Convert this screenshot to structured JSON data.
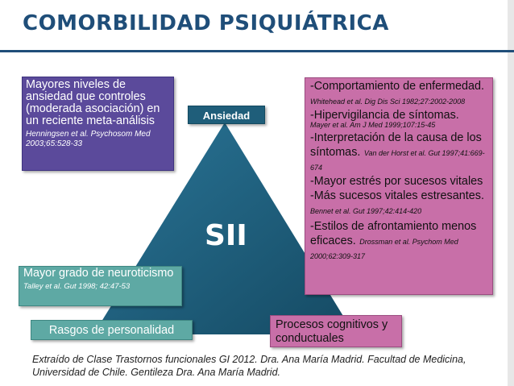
{
  "title": "COMORBILIDAD PSIQUIÁTRICA",
  "center_label": "SII",
  "ansiedad": {
    "label": "Ansiedad",
    "text": "Mayores niveles de ansiedad que controles (moderada asociación) en un reciente meta-análisis",
    "reference": "Henningsen et al. Psychosom Med 2003;65:528-33"
  },
  "right_box": {
    "item1_main": "-Comportamiento de enfermedad.",
    "item1_ref": "Whitehead et al. Dig Dis Sci 1982;27:2002-2008",
    "item2_main": "-Hipervigilancia de síntomas.",
    "item2_ref": "Mayer et al. Am J Med 1999;107:15-45",
    "item3_main": "-Interpretación de la causa de los síntomas.",
    "item3_ref": "Van der Horst et al. Gut 1997;41:669-674",
    "item4_main": "-Mayor estrés por sucesos vitales",
    "item5_main": "-Más sucesos vitales estresantes.",
    "item5_ref": "Bennet et al. Gut 1997;42:414-420",
    "item6_main": "-Estilos de afrontamiento menos eficaces.",
    "item6_ref": "Drossman et al. Psychom Med 2000;62:309-317"
  },
  "neuroticismo": {
    "text": "Mayor grado de neuroticismo",
    "reference": "Talley et al. Gut 1998; 42:47-53"
  },
  "rasgos_label": "Rasgos de personalidad",
  "procesos_label": "Procesos cognitivos y conductuales",
  "caption": "Extraído de Clase Trastornos funcionales GI 2012. Dra. Ana María Madrid. Facultad de Medicina, Universidad de Chile. Gentileza Dra. Ana María Madrid.",
  "colors": {
    "title": "#1f4e79",
    "triangle": "#1f5e7a",
    "anxiety_box": "#5b4a9b",
    "cognitive_box": "#c86fa8",
    "personality_box": "#5ea9a4"
  }
}
